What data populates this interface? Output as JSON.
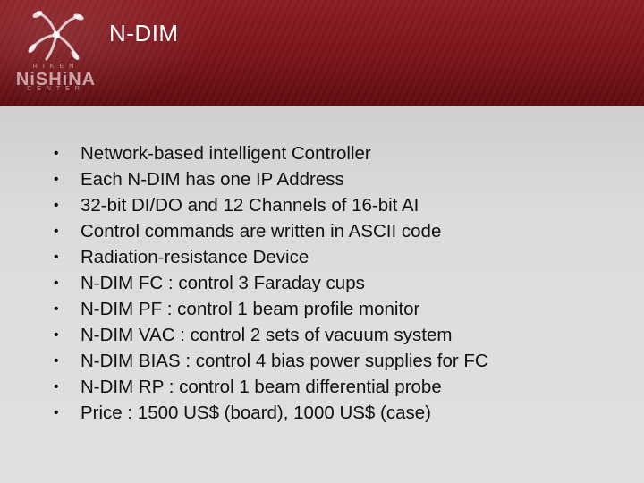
{
  "slide": {
    "title": "N-DIM",
    "logo": {
      "top_text": "RIKEN",
      "name": "NiSHiNA",
      "bottom_text": "CENTER"
    },
    "bullets": [
      "Network-based intelligent Controller",
      "Each N-DIM has one IP Address",
      "32-bit DI/DO and 12 Channels of 16-bit AI",
      "Control commands are written in ASCII code",
      "Radiation-resistance Device",
      "N-DIM FC : control 3 Faraday cups",
      "N-DIM PF : control 1 beam profile monitor",
      "N-DIM VAC : control 2 sets of vacuum system",
      "N-DIM BIAS : control 4 bias power supplies for FC",
      "N-DIM RP : control 1 beam differential probe",
      "Price : 1500 US$ (board), 1000 US$ (case)"
    ],
    "bullet_symbol": "•",
    "colors": {
      "header": "#7a141a",
      "body": "#dcdcdc",
      "text": "#111111"
    }
  }
}
